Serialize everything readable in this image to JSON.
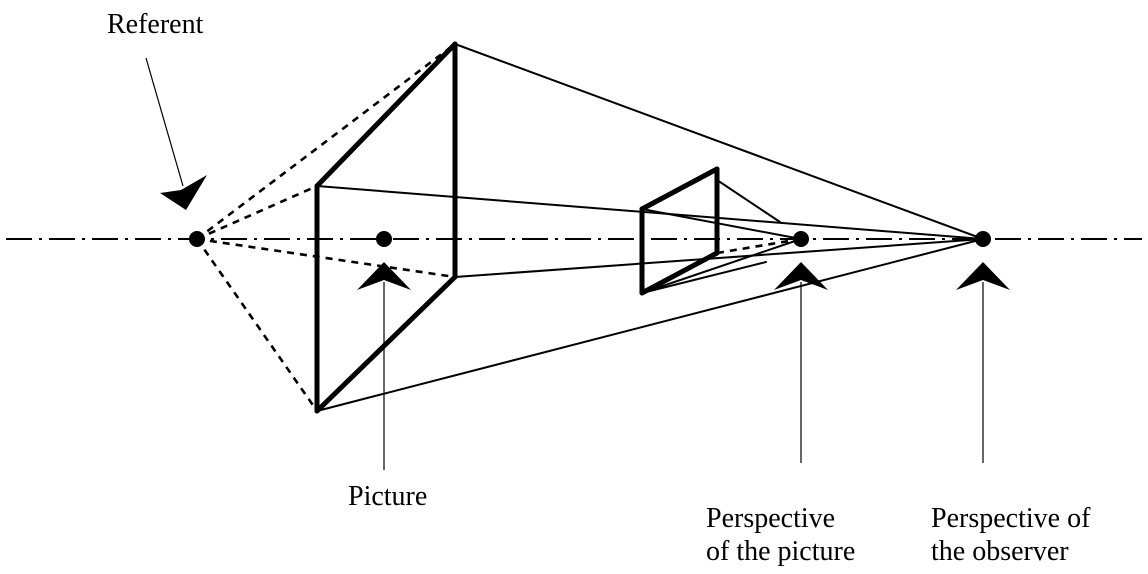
{
  "labels": {
    "referent": "Referent",
    "picture": "Picture",
    "perspective_picture_line1": "Perspective",
    "perspective_picture_line2": "of the picture",
    "perspective_observer_line1": "Perspective of",
    "perspective_observer_line2": "the observer"
  },
  "colors": {
    "ink": "#000000",
    "background": "#ffffff"
  }
}
